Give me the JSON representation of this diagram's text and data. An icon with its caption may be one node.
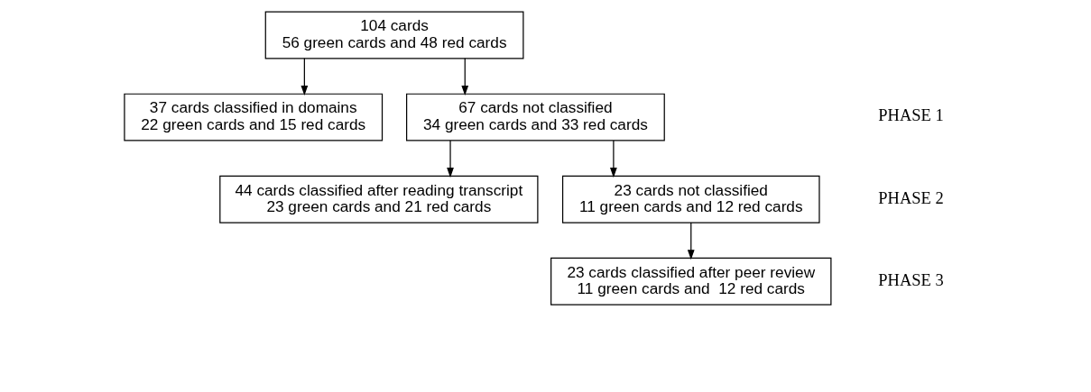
{
  "diagram": {
    "nodes": [
      {
        "text": [
          "104 cards",
          "56 green cards and 48 red cards"
        ]
      },
      {
        "text": [
          "37 cards classified in domains",
          "22 green cards and 15 red cards"
        ]
      },
      {
        "text": [
          "67 cards not classified",
          "34 green cards and 33 red cards"
        ]
      },
      {
        "text": [
          "44 cards classified after reading transcript",
          "23 green cards and 21 red cards"
        ]
      },
      {
        "text": [
          "23 cards not classified",
          "11 green cards and 12 red cards"
        ]
      },
      {
        "text": [
          "23 cards classified after peer review",
          "11 green cards and  12 red cards"
        ]
      }
    ],
    "edges": [
      {
        "from": 0,
        "to": 1,
        "arrow": "to"
      },
      {
        "from": 0,
        "to": 2,
        "arrow": "to"
      },
      {
        "from": 2,
        "to": 3,
        "arrow": "to"
      },
      {
        "from": 2,
        "to": 4,
        "arrow": "to"
      },
      {
        "from": 4,
        "to": 5,
        "arrow": "to"
      }
    ],
    "labels": [
      "PHASE 1",
      "PHASE 2",
      "PHASE 3"
    ]
  }
}
